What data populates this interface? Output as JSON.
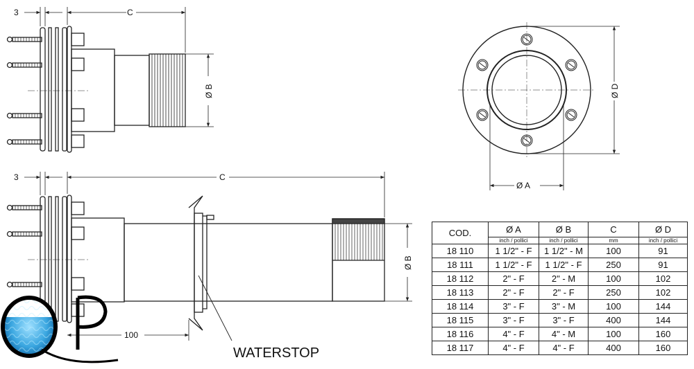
{
  "drawing": {
    "top_view": {
      "dim_thickness": "3",
      "dim_length": "C",
      "dim_diameter": "Ø B"
    },
    "bottom_view": {
      "dim_thickness": "3",
      "dim_length": "C",
      "dim_diameter": "Ø B",
      "dim_offset": "100",
      "waterstop_label": "WATERSTOP"
    },
    "front_view": {
      "dim_inner": "Ø A",
      "dim_outer": "Ø D"
    },
    "logo_text": "QP"
  },
  "table": {
    "headers": [
      "COD.",
      "Ø A",
      "Ø B",
      "C",
      "Ø D"
    ],
    "units": [
      "",
      "inch / pollici",
      "inch / pollici",
      "mm",
      "inch / pollici"
    ],
    "rows": [
      [
        "18 110",
        "1 1/2\" - F",
        "1 1/2\" - M",
        "100",
        "91"
      ],
      [
        "18 111",
        "1 1/2\" - F",
        "1 1/2\" - F",
        "250",
        "91"
      ],
      [
        "18 112",
        "2\" - F",
        "2\" - M",
        "100",
        "102"
      ],
      [
        "18 113",
        "2\" - F",
        "2\" - F",
        "250",
        "102"
      ],
      [
        "18 114",
        "3\" - F",
        "3\" - M",
        "100",
        "144"
      ],
      [
        "18 115",
        "3\" - F",
        "3\" - F",
        "400",
        "144"
      ],
      [
        "18 116",
        "4\" - F",
        "4\" - M",
        "100",
        "160"
      ],
      [
        "18 117",
        "4\" - F",
        "4\" - F",
        "400",
        "160"
      ]
    ]
  },
  "colors": {
    "line": "#222222",
    "water_dark": "#0a6fb4",
    "water_light": "#6fc8f2"
  }
}
